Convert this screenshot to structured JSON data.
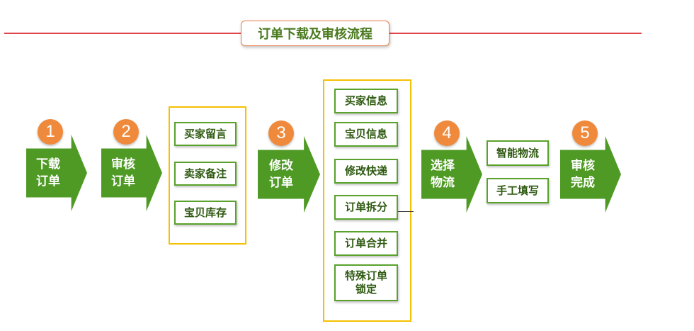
{
  "title": "订单下载及审核流程",
  "colors": {
    "line": "#e0454a",
    "arrow": "#4f9a25",
    "circle": "#ef8a3c",
    "group_border": "#f5c000",
    "item_border": "#5aa22c",
    "title_text": "#4a7a1e"
  },
  "steps": [
    {
      "number": "1",
      "label": "下载\n订单"
    },
    {
      "number": "2",
      "label": "审核\n订单"
    },
    {
      "number": "3",
      "label": "修改\n订单"
    },
    {
      "number": "4",
      "label": "选择\n物流"
    },
    {
      "number": "5",
      "label": "审核\n完成"
    }
  ],
  "groups": {
    "review": [
      "买家留言",
      "卖家备注",
      "宝贝库存"
    ],
    "modify": [
      "买家信息",
      "宝贝信息",
      "修改快递",
      "订单拆分",
      "订单合并",
      "特殊订单\n锁定"
    ],
    "logistics": [
      "智能物流",
      "手工填写"
    ]
  }
}
